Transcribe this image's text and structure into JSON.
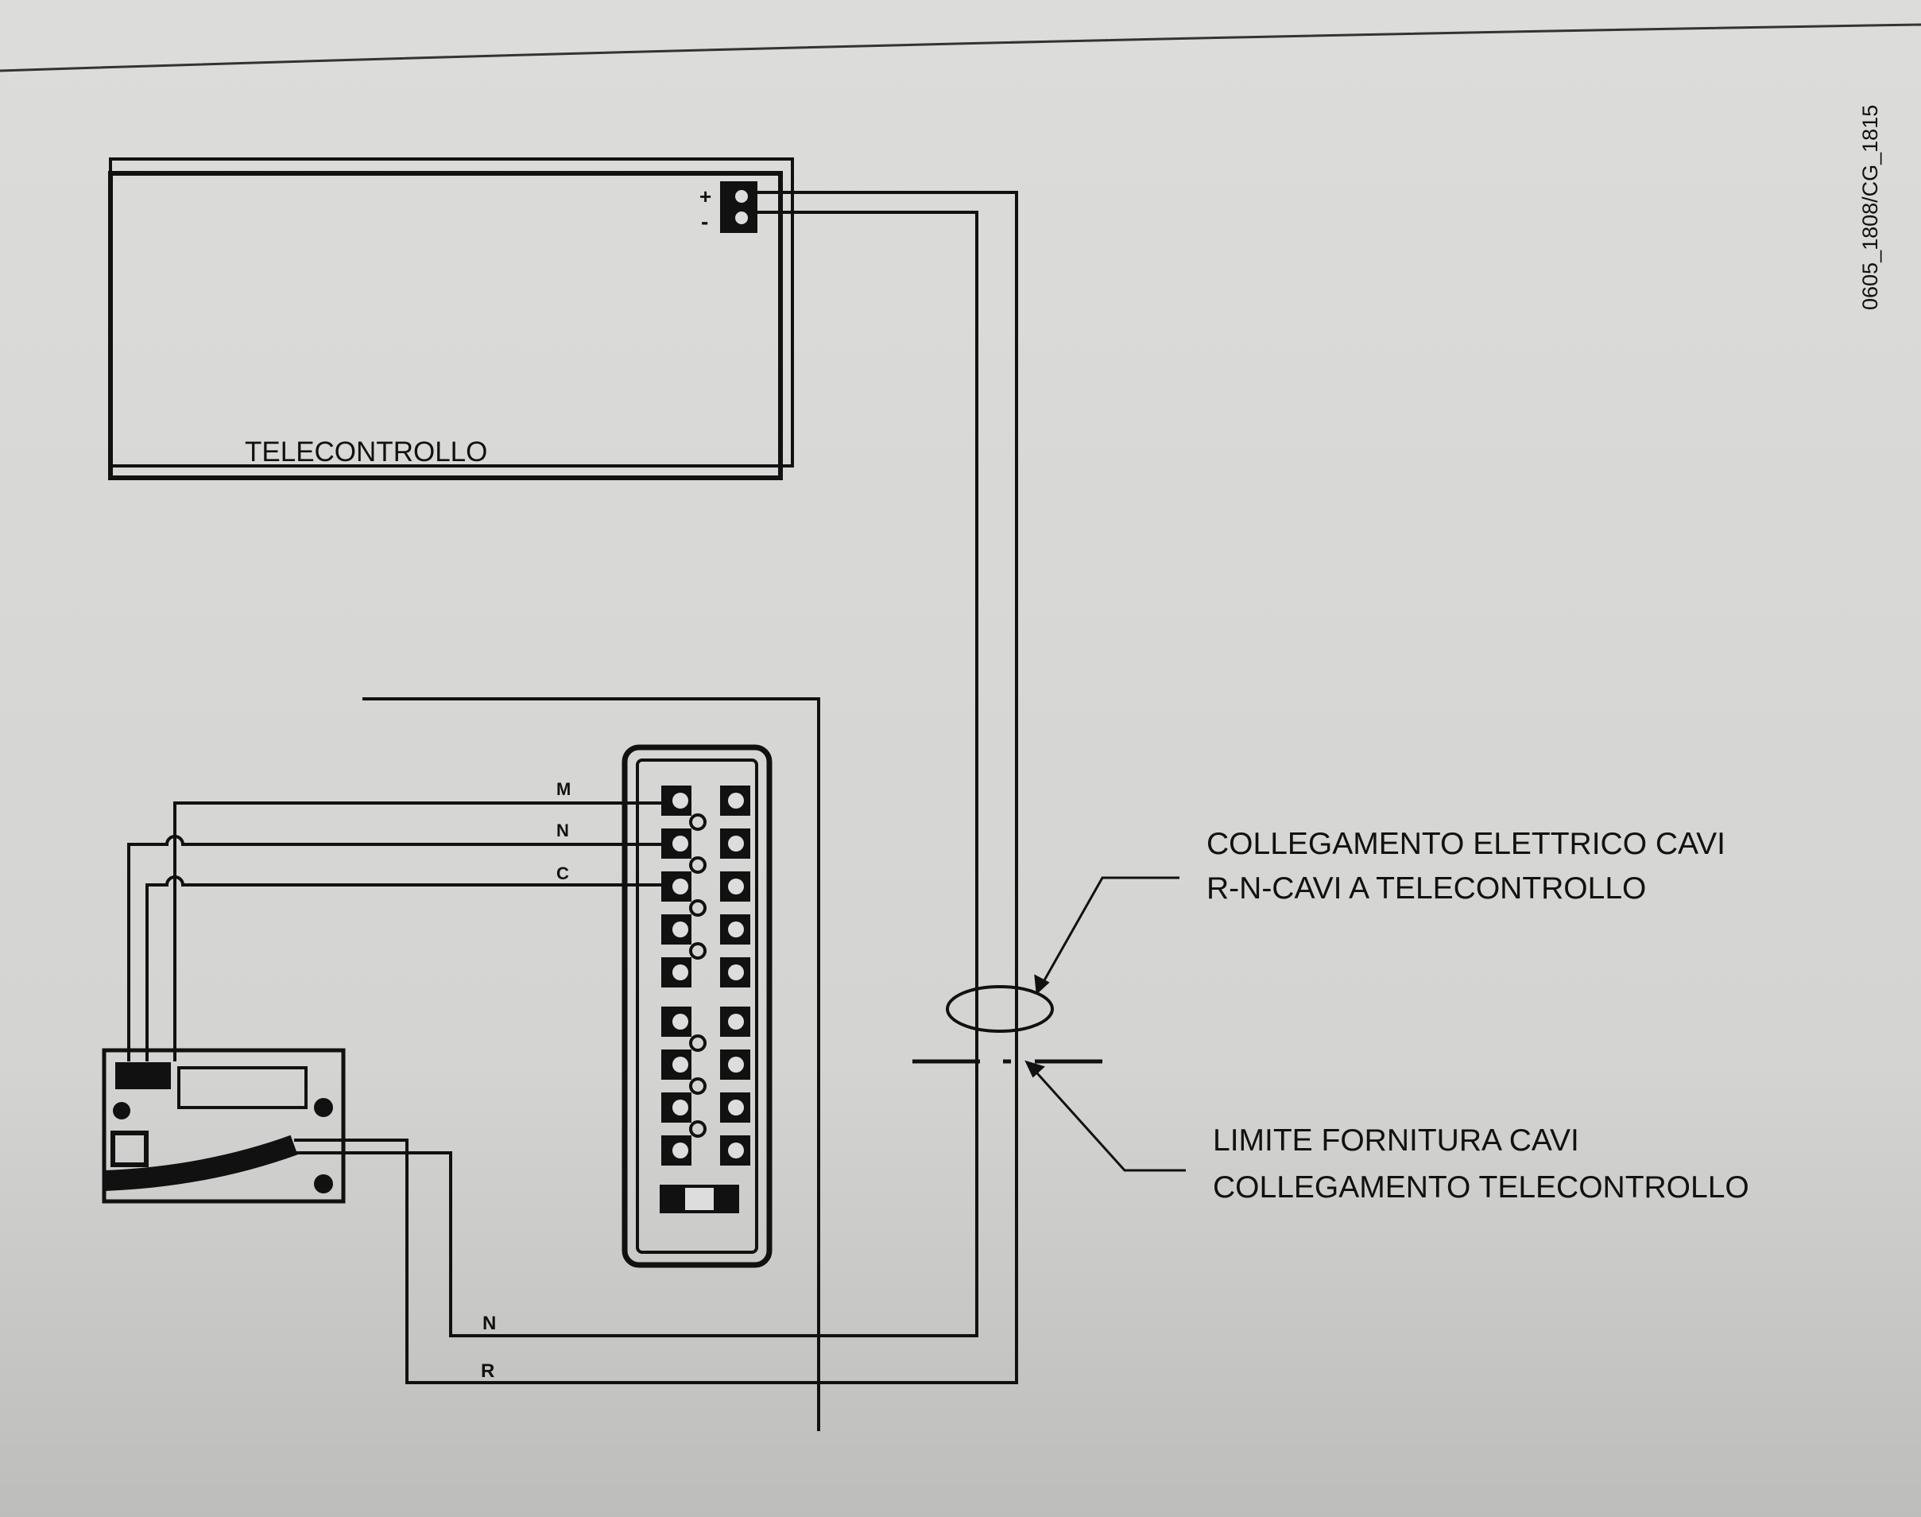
{
  "drawing_code": "0605_1808/CG_1815",
  "remote_control": {
    "label": "TELECONTROLLO",
    "plus": "+",
    "minus": "-"
  },
  "terminal_labels": {
    "m": "M",
    "n": "N",
    "c": "C"
  },
  "cable_labels": {
    "n": "N",
    "r": "R"
  },
  "callout_connection": {
    "line1": "COLLEGAMENTO ELETTRICO CAVI",
    "line2": "R-N-CAVI A TELECONTROLLO"
  },
  "callout_limit": {
    "line1": "LIMITE FORNITURA CAVI",
    "line2": "COLLEGAMENTO TELECONTROLLO"
  },
  "terminal_block_rows": 9
}
